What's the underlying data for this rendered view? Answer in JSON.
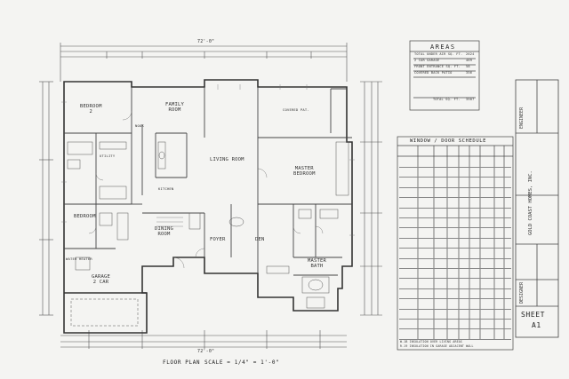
{
  "plan": {
    "title": "FLOOR PLAN",
    "scale": "SCALE = 1/4\" = 1'-0\""
  },
  "rooms": {
    "bedroom2": "BEDROOM\n2",
    "family": "FAMILY\nROOM",
    "living": "LIVING ROOM",
    "master": "MASTER\nBEDROOM",
    "bedroom": "BEDROOM",
    "dining": "DINING\nROOM",
    "foyer": "FOYER",
    "den": "DEN",
    "garage": "GARAGE\n2 CAR",
    "water_heater": "WATER HEATER",
    "master_bath": "MASTER\nBATH",
    "utility": "UTILITY",
    "nook": "NOOK",
    "covered_patio": "COVERED PAT.",
    "kitchen": "KITCHEN"
  },
  "areas": {
    "title": "AREAS",
    "rows": [
      {
        "label": "TOTAL UNDER AIR SQ. FT.",
        "value": "2624"
      },
      {
        "label": "2 CAR GARAGE",
        "value": "469"
      },
      {
        "label": "FRONT ENTRANCE SQ. FT.",
        "value": "58"
      },
      {
        "label": "COVERED BACK PATIO",
        "value": "356"
      }
    ],
    "total_label": "TOTAL SQ. FT.",
    "total_value": "3507"
  },
  "schedule": {
    "title": "WINDOW / DOOR SCHEDULE",
    "rows_count": 18,
    "footnote1": "W-1B INSULATION OVER LIVING AREAS",
    "footnote2": "R-19 INSULATION IN GARAGE ADJACENT WALL"
  },
  "titleblock": {
    "engineer_label": "ENGINEER",
    "company": "GOLD COAST HOMES, INC.",
    "designer_label": "DESIGNER",
    "sheet_label": "SHEET",
    "sheet_number": "A1"
  },
  "notes": {
    "top_dim": "72'-0\"",
    "bottom_dim": "72'-0\""
  }
}
